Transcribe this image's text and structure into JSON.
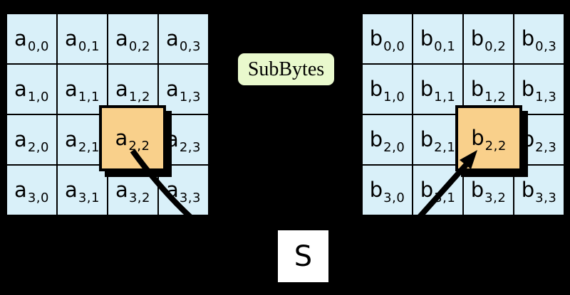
{
  "colors": {
    "page-bg": "#000000",
    "cell-fill": "#d9f0f9",
    "highlight-fill": "#f9d08b",
    "operation-fill": "#e9f9cd",
    "sbox-fill": "#ffffff",
    "line": "#000000",
    "text": "#000000"
  },
  "operation": {
    "label": "SubBytes"
  },
  "sbox": {
    "label": "S"
  },
  "left_grid": {
    "symbol": "a",
    "highlighted_cell": "2,2",
    "cells": [
      [
        "0,0",
        "0,1",
        "0,2",
        "0,3"
      ],
      [
        "1,0",
        "1,1",
        "1,2",
        "1,3"
      ],
      [
        "2,0",
        "2,1",
        "2,2",
        "2,3"
      ],
      [
        "3,0",
        "3,1",
        "3,2",
        "3,3"
      ]
    ]
  },
  "right_grid": {
    "symbol": "b",
    "highlighted_cell": "2,2",
    "cells": [
      [
        "0,0",
        "0,1",
        "0,2",
        "0,3"
      ],
      [
        "1,0",
        "1,1",
        "1,2",
        "1,3"
      ],
      [
        "2,0",
        "2,1",
        "2,2",
        "2,3"
      ],
      [
        "3,0",
        "3,1",
        "3,2",
        "3,3"
      ]
    ]
  }
}
